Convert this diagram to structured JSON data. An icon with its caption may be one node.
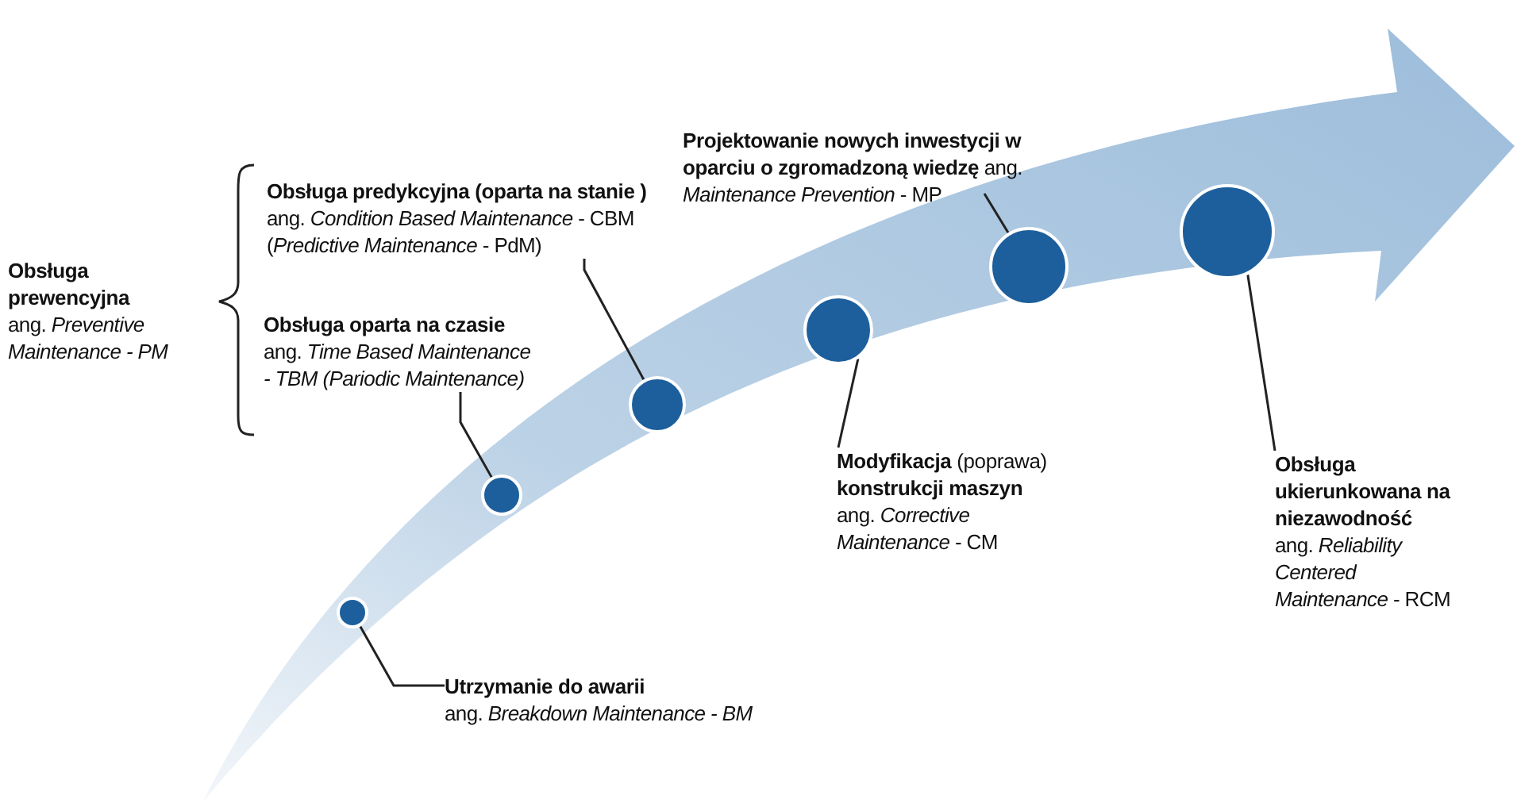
{
  "diagram": {
    "nodes": [
      {
        "text": [
          "Projektowanie nowych inwestycji w oparciu o zgromadzoną wiedzę",
          "ang. *Maintenance Prevention* - MP"
        ]
      },
      {
        "text": [
          "Obsługa  predykcyjna (oparta na stanie )",
          "ang. *Condition Based Maintenance* - CBM (*Predictive Maintenance* - PdM)"
        ]
      },
      {
        "text": [
          "Obsługa prewencyjna",
          "ang. *Preventive Maintenance - PM*"
        ]
      },
      {
        "text": [
          "Obsługa oparta na czasie",
          "ang. *Time Based Maintenance - TBM (Pariodic Maintenance)*"
        ]
      },
      {
        "text": [
          "**Modyfikacja** (poprawa) **konstrukcji maszyn**",
          "ang. *Corrective Maintenance* - CM"
        ]
      },
      {
        "text": [
          "Obsługa ukierunkowana na niezawodność",
          "ang. *Reliability Centered Maintenance* - RCM"
        ]
      },
      {
        "text": [
          "Utrzymanie do awarii",
          "ang. *Breakdown Maintenance - BM*"
        ]
      },
      {
        "text": [],
        "shape": "circle"
      },
      {
        "text": [],
        "shape": "circle"
      },
      {
        "text": [],
        "shape": "circle"
      },
      {
        "text": [],
        "shape": "circle"
      },
      {
        "text": [],
        "shape": "circle"
      },
      {
        "text": [],
        "shape": "circle"
      }
    ],
    "edges": [
      {
        "from": 6,
        "to": 7,
        "arrow": "none"
      },
      {
        "from": 3,
        "to": 8,
        "arrow": "none"
      },
      {
        "from": 1,
        "to": 9,
        "arrow": "none"
      },
      {
        "from": 4,
        "to": 10,
        "arrow": "none"
      },
      {
        "from": 0,
        "to": 11,
        "arrow": "none"
      },
      {
        "from": 5,
        "to": 12,
        "arrow": "none"
      }
    ]
  }
}
